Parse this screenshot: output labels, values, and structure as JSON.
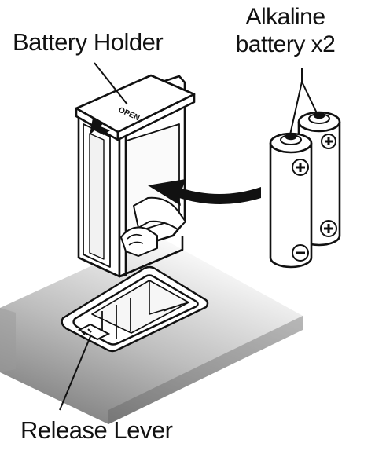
{
  "labels": {
    "battery_holder": "Battery Holder",
    "alkaline_line1": "Alkaline",
    "alkaline_line2": "battery x2",
    "release_lever": "Release Lever",
    "open_marking": "OPEN"
  },
  "colors": {
    "stroke": "#111111",
    "surface_shadow": "#8a8a8a",
    "surface_light": "#ffffff"
  },
  "icons": {
    "insert_arrow": "curved-arrow-icon",
    "open_arrow": "arrow-down-icon",
    "battery_terminal": "plus-icon"
  }
}
